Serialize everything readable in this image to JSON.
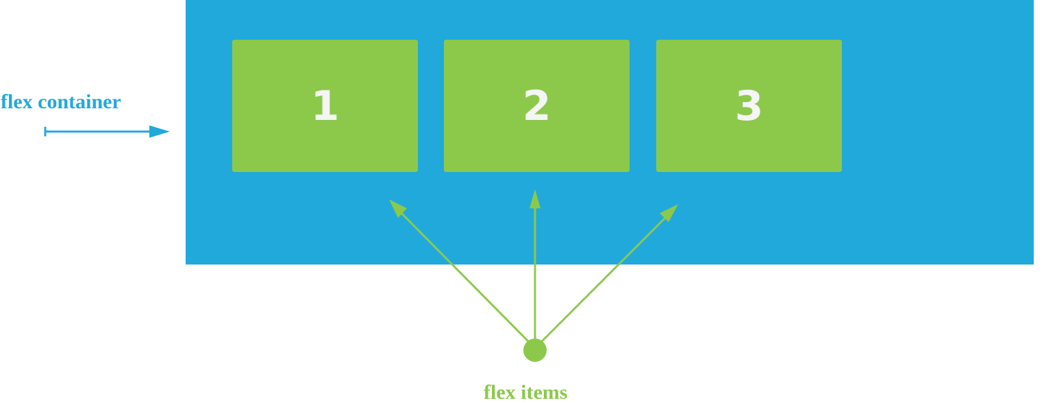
{
  "labels": {
    "container": "flex container",
    "items": "flex items"
  },
  "items": [
    "1",
    "2",
    "3"
  ],
  "colors": {
    "container": "#21a9db",
    "item": "#8cc94b",
    "item_text": "#f5f5f5"
  }
}
